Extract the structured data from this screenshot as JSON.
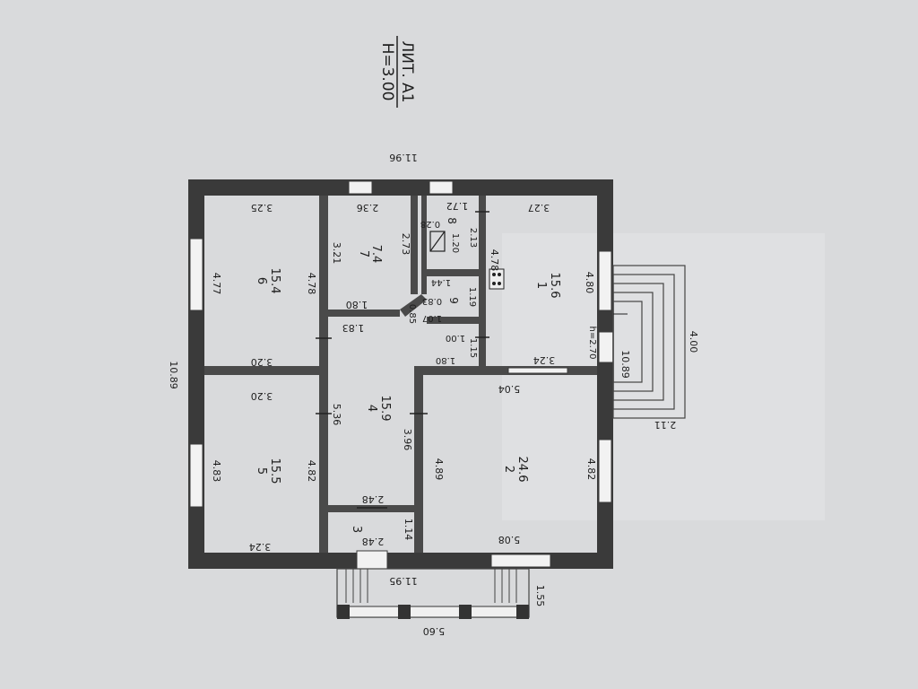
{
  "header": {
    "lit": "ЛИТ. А1",
    "height": "H=3.00"
  },
  "overall": {
    "length": "11.96",
    "width": "10.89"
  },
  "rooms": {
    "r1": {
      "num": "1",
      "area": "15.6"
    },
    "r2": {
      "num": "2",
      "area": "24.6"
    },
    "r3": {
      "num": "3"
    },
    "r4": {
      "num": "4",
      "area": "15.9"
    },
    "r5": {
      "num": "5",
      "area": "15.5"
    },
    "r6": {
      "num": "6",
      "area": "15.4"
    },
    "r7": {
      "num": "7",
      "area": "7.4"
    },
    "r8": {
      "num": "8"
    },
    "r9": {
      "num": "9"
    }
  },
  "dims": {
    "r6_top": "3.25",
    "r6_left": "4.77",
    "r6_right": "4.78",
    "r6_bottom": "3.20",
    "r5_top": "3.20",
    "r5_left": "4.83",
    "r5_right": "4.82",
    "r5_bottom": "3.24",
    "r7_top": "2.36",
    "r7_left": "3.21",
    "r7_right": "2.73",
    "r7_bottom": "1.80",
    "r4_top": "1.83",
    "r4_left": "5.36",
    "r4_right": "3.96",
    "r4_bottom": "2.48",
    "r4_diag": "0.85",
    "r3_top": "2.48",
    "r3_right": "1.14",
    "r8_top": "1.72",
    "r8_left": "0.28",
    "r8_a": "1.20",
    "r8_right": "2.13",
    "r9_top": "1.44",
    "r9_left": "0.83",
    "r9_right": "1.19",
    "r9_diag": "1.07",
    "r9_bottom": "1.00",
    "r1_top": "3.27",
    "r1_left": "4.78",
    "r1_right": "4.80",
    "r1_bottom": "3.24",
    "r1_a": "1.80",
    "r1_b": "1.15",
    "r2_top": "5.04",
    "r2_left": "4.89",
    "r2_right": "4.82",
    "r2_bottom": "5.08",
    "porch_h": "h=2.70",
    "porch_len": "10.89",
    "porch_w": "4.00",
    "porch_d": "2.11",
    "terrace_len": "11.95",
    "terrace_w": "5.60",
    "terrace_d": "1.55"
  }
}
